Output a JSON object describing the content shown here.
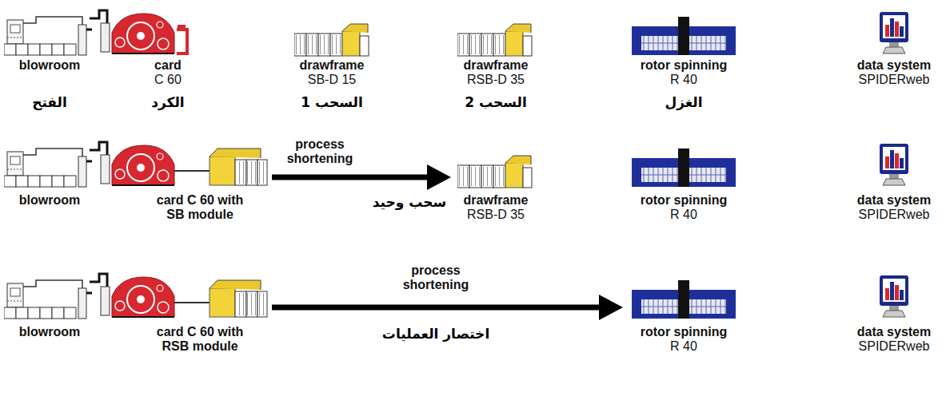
{
  "diagram": {
    "nodes": [
      {
        "text": [
          "blowroom"
        ]
      },
      {
        "text": [
          "card",
          "C 60"
        ]
      },
      {
        "text": [
          "drawframe",
          "SB-D 15"
        ]
      },
      {
        "text": [
          "drawframe",
          "RSB-D 35"
        ]
      },
      {
        "text": [
          "rotor spinning",
          "R 40"
        ]
      },
      {
        "text": [
          "data system",
          "SPIDERweb"
        ]
      },
      {
        "text": [
          "blowroom"
        ]
      },
      {
        "text": [
          "card C 60 with SB module"
        ]
      },
      {
        "text": [
          "drawframe",
          "RSB-D 35"
        ]
      },
      {
        "text": [
          "rotor spinning",
          "R 40"
        ]
      },
      {
        "text": [
          "data system",
          "SPIDERweb"
        ]
      },
      {
        "text": [
          "blowroom"
        ]
      },
      {
        "text": [
          "card C 60 with RSB module"
        ]
      },
      {
        "text": [
          "rotor spinning",
          "R 40"
        ]
      },
      {
        "text": [
          "data system",
          "SPIDERweb"
        ]
      }
    ],
    "edges": [
      {
        "from": 7,
        "to": 8,
        "arrow": "to",
        "label": "process shortening"
      },
      {
        "from": 12,
        "to": 13,
        "arrow": "to",
        "label": "process shortening"
      }
    ],
    "labels": [
      "الفتح",
      "الكرد",
      "السحب 1",
      "السحب 2",
      "الغزل",
      "سحب وحيد",
      "اختصار العمليات"
    ]
  }
}
